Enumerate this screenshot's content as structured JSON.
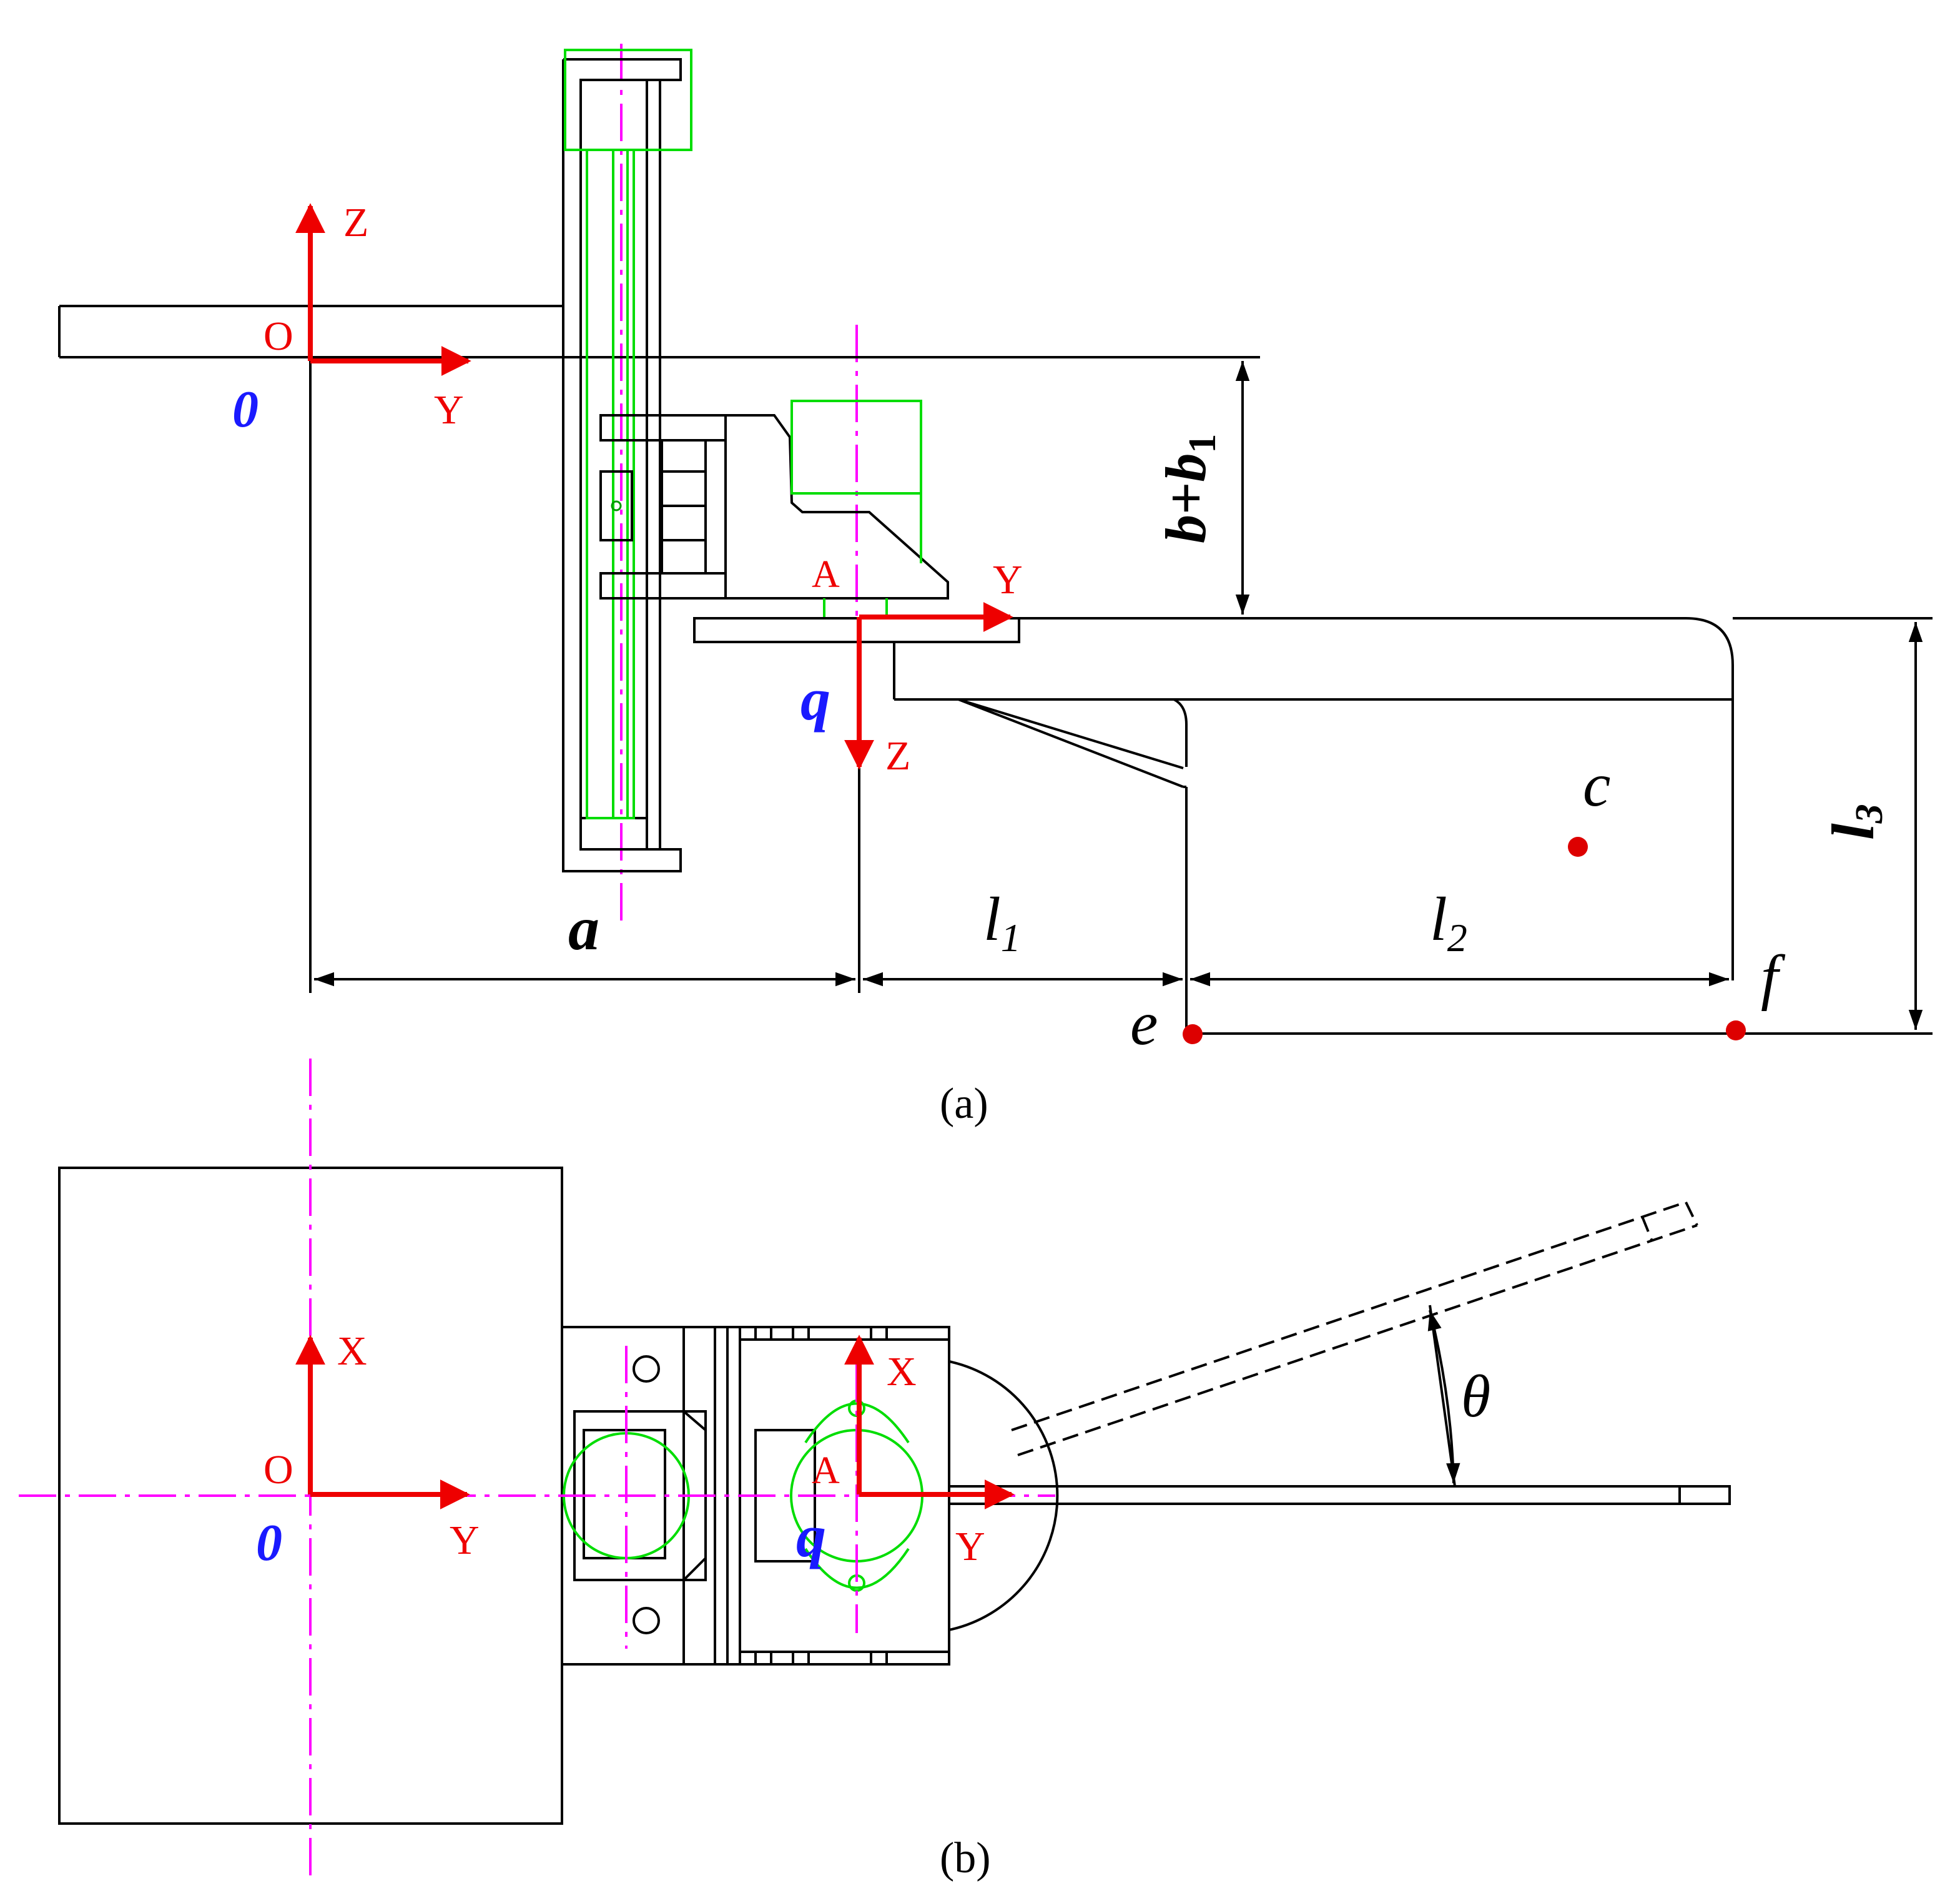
{
  "panel_a": {
    "caption": "(a)",
    "frame_O": {
      "origin": "O",
      "axis_z": "Z",
      "axis_y": "Y",
      "name": "0"
    },
    "frame_A": {
      "origin": "A",
      "axis_y": "Y",
      "axis_z": "Z",
      "name": "q"
    },
    "dim_b_b1": {
      "b": "b",
      "plus": "+",
      "b1": "b",
      "sub": "1"
    },
    "dim_a": "a",
    "dim_l1": {
      "l": "l",
      "sub": "1"
    },
    "dim_l2": {
      "l": "l",
      "sub": "2"
    },
    "dim_l3": {
      "l": "l",
      "sub": "3"
    },
    "point_c": "c",
    "point_e": "e",
    "point_f": "f"
  },
  "panel_b": {
    "caption": "(b)",
    "frame_O": {
      "origin": "O",
      "axis_x": "X",
      "axis_y": "Y",
      "name": "0"
    },
    "frame_A": {
      "origin": "A",
      "axis_x": "X",
      "axis_y": "Y",
      "name": "q"
    },
    "angle": "θ"
  },
  "colors": {
    "frame_axes": "#ee0000",
    "frame_name": "#1a1aff",
    "centerline": "#ff00ff",
    "component": "#00dd00",
    "structure": "#000000",
    "point_marker": "#dd0000"
  }
}
